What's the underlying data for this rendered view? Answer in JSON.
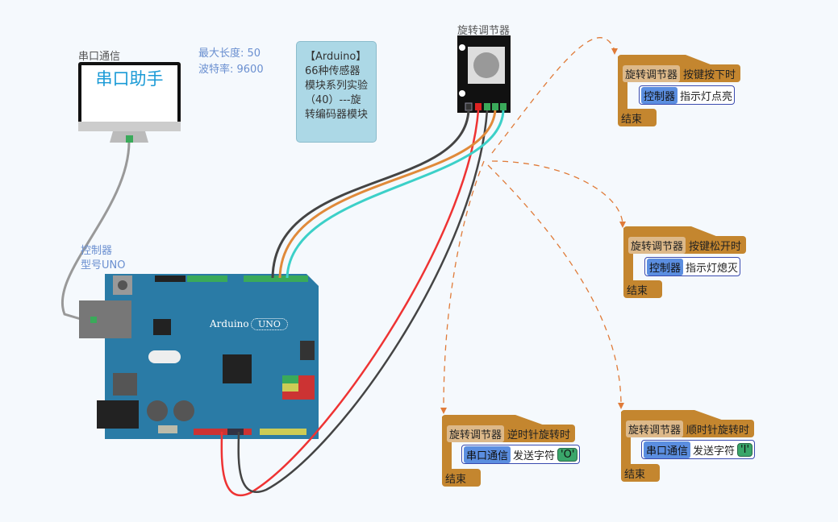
{
  "serial": {
    "label": "串口通信",
    "screen_text": "串口助手",
    "max_length": "最大长度: 50",
    "baud_rate": "波特率: 9600"
  },
  "controller": {
    "label": "控制器",
    "model": "型号UNO",
    "board_text": "Arduino",
    "board_model": "UNO"
  },
  "note": {
    "text": "【Arduino】66种传感器模块系列实验（40）---旋转编码器模块"
  },
  "encoder": {
    "label": "旋转调节器"
  },
  "blocks": [
    {
      "object": "旋转调节器",
      "event": "按键按下时",
      "stmt_object": "控制器",
      "stmt_action": "指示灯点亮",
      "end": "结束"
    },
    {
      "object": "旋转调节器",
      "event": "按键松开时",
      "stmt_object": "控制器",
      "stmt_action": "指示灯熄灭",
      "end": "结束"
    },
    {
      "object": "旋转调节器",
      "event": "逆时针旋转时",
      "stmt_object": "串口通信",
      "stmt_action": "发送字符",
      "stmt_value": "'O'",
      "end": "结束"
    },
    {
      "object": "旋转调节器",
      "event": "顺时针旋转时",
      "stmt_object": "串口通信",
      "stmt_action": "发送字符",
      "stmt_value": "'I'",
      "end": "结束"
    }
  ],
  "colors": {
    "block": "#c4862f",
    "stmt_object": "#5b8ee0",
    "value": "#3aa66a",
    "arrow": "#e07b39",
    "board": "#2a7ba6"
  }
}
